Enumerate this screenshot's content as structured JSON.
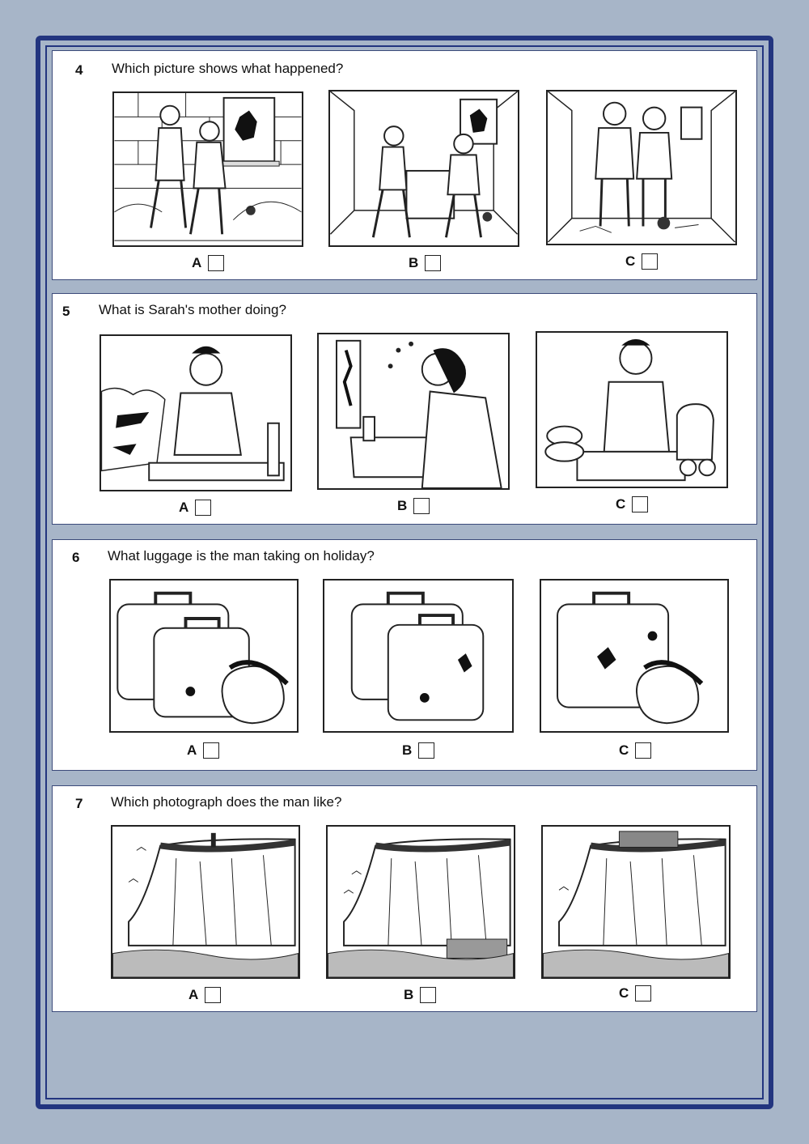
{
  "questions": [
    {
      "number": "4",
      "text": "Which picture shows what happened?",
      "options": [
        "A",
        "B",
        "C"
      ]
    },
    {
      "number": "5",
      "text": "What is Sarah's mother doing?",
      "options": [
        "A",
        "B",
        "C"
      ]
    },
    {
      "number": "6",
      "text": "What luggage is the man taking on holiday?",
      "options": [
        "A",
        "B",
        "C"
      ]
    },
    {
      "number": "7",
      "text": "Which photograph does the man like?",
      "options": [
        "A",
        "B",
        "C"
      ]
    }
  ],
  "colors": {
    "page_background": "#a7b5c8",
    "frame": "#23357f",
    "panel": "#ffffff"
  }
}
